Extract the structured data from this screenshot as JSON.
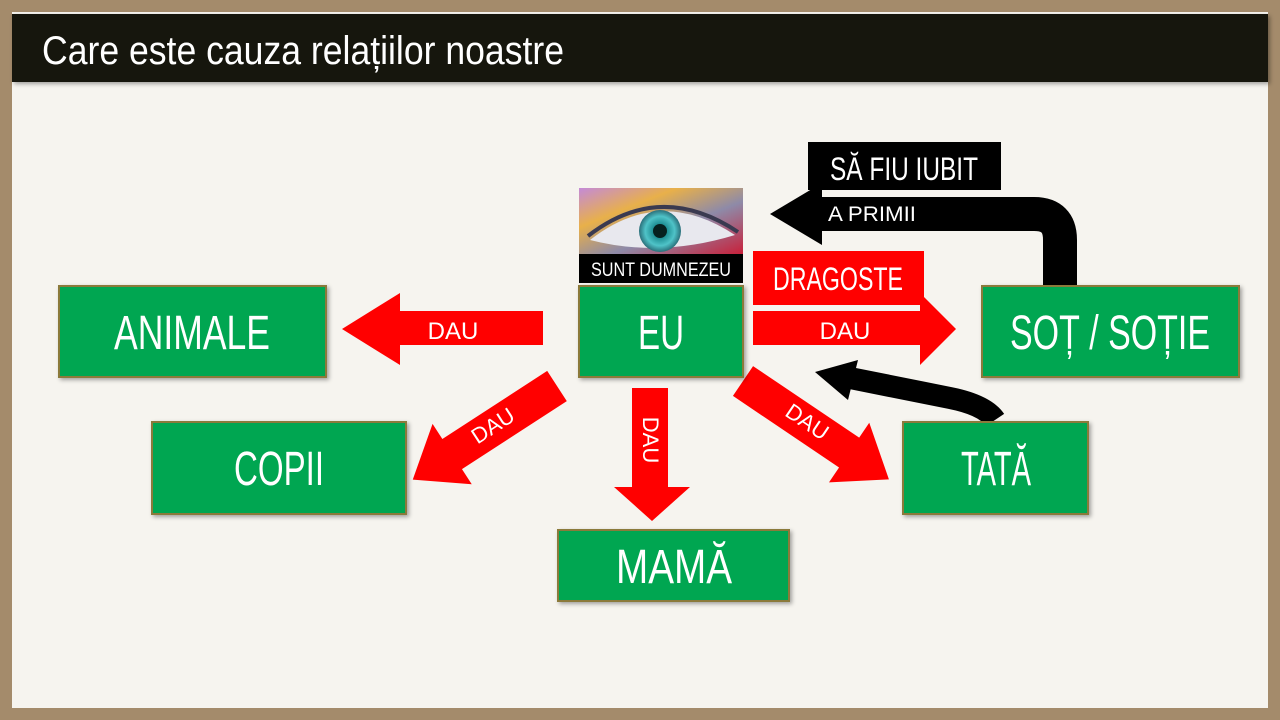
{
  "title": "Care este cauza relațiilor noastre",
  "colors": {
    "green": "#00a651",
    "red": "#ff0000",
    "black": "#000000",
    "frame": "#a48b6b",
    "slide": "#f6f4ef"
  },
  "nodes": {
    "eu": "EU",
    "eu_caption": "SUNT DUMNEZEU",
    "animale": "ANIMALE",
    "sot": "SOȚ / SOȚIE",
    "copii": "COPII",
    "tata": "TATĂ",
    "mama": "MAMĂ"
  },
  "arrows": {
    "give": "DAU",
    "love": "DRAGOSTE",
    "receive": "A PRIMII",
    "be_loved": "SĂ FIU IUBIT"
  },
  "image": {
    "icon": "eye-painting"
  }
}
